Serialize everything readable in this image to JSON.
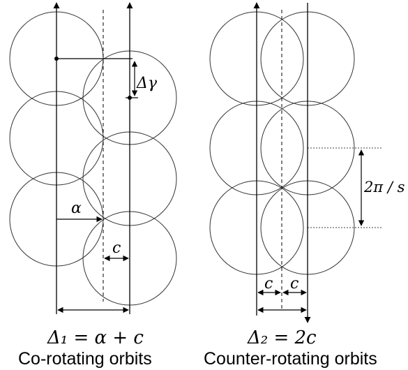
{
  "left_panel": {
    "label_delta_gamma": "Δγ",
    "label_alpha": "α",
    "label_c": "c",
    "equation": "Δ₁ = α + c",
    "caption": "Co-rotating orbits"
  },
  "right_panel": {
    "label_c_left": "c",
    "label_c_right": "c",
    "label_period": "2π / s",
    "equation": "Δ₂ = 2c",
    "caption": "Counter-rotating orbits"
  },
  "colors": {
    "stroke": "#000000",
    "circle": "#333333"
  }
}
